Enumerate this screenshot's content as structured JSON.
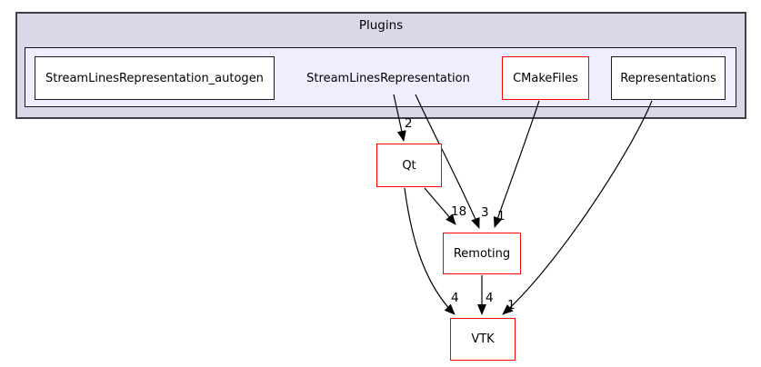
{
  "diagram": {
    "title_cluster": {
      "label": "Plugins"
    },
    "current_dir": {
      "label": "StreamLinesRepresentation"
    },
    "nodes": {
      "autogen": {
        "label": "StreamLinesRepresentation_autogen",
        "border": "black"
      },
      "cmakefiles": {
        "label": "CMakeFiles",
        "border": "red"
      },
      "representations": {
        "label": "Representations",
        "border": "black"
      },
      "qt": {
        "label": "Qt",
        "border": "red"
      },
      "remoting": {
        "label": "Remoting",
        "border": "red"
      },
      "vtk": {
        "label": "VTK",
        "border": "red"
      }
    },
    "edges": [
      {
        "from": "StreamLinesRepresentation",
        "to": "Qt",
        "count": "2"
      },
      {
        "from": "StreamLinesRepresentation",
        "to": "Remoting",
        "count": "3"
      },
      {
        "from": "Qt",
        "to": "Remoting",
        "count": "18"
      },
      {
        "from": "CMakeFiles",
        "to": "Remoting",
        "count": "1"
      },
      {
        "from": "Qt",
        "to": "VTK",
        "count": "4"
      },
      {
        "from": "Remoting",
        "to": "VTK",
        "count": "4"
      },
      {
        "from": "Representations",
        "to": "VTK",
        "count": "1"
      }
    ],
    "colors": {
      "outer_cluster_bg": "#d8d8e8",
      "outer_cluster_border": "#41414e",
      "inner_cluster_bg": "#eeeeff",
      "inner_cluster_border": "#16161d",
      "node_bg": "#ffffff",
      "node_border_normal": "#1a1a1a",
      "node_border_truncated": "#fe0000",
      "edge_color": "#000000",
      "text_color": "#000000"
    }
  }
}
